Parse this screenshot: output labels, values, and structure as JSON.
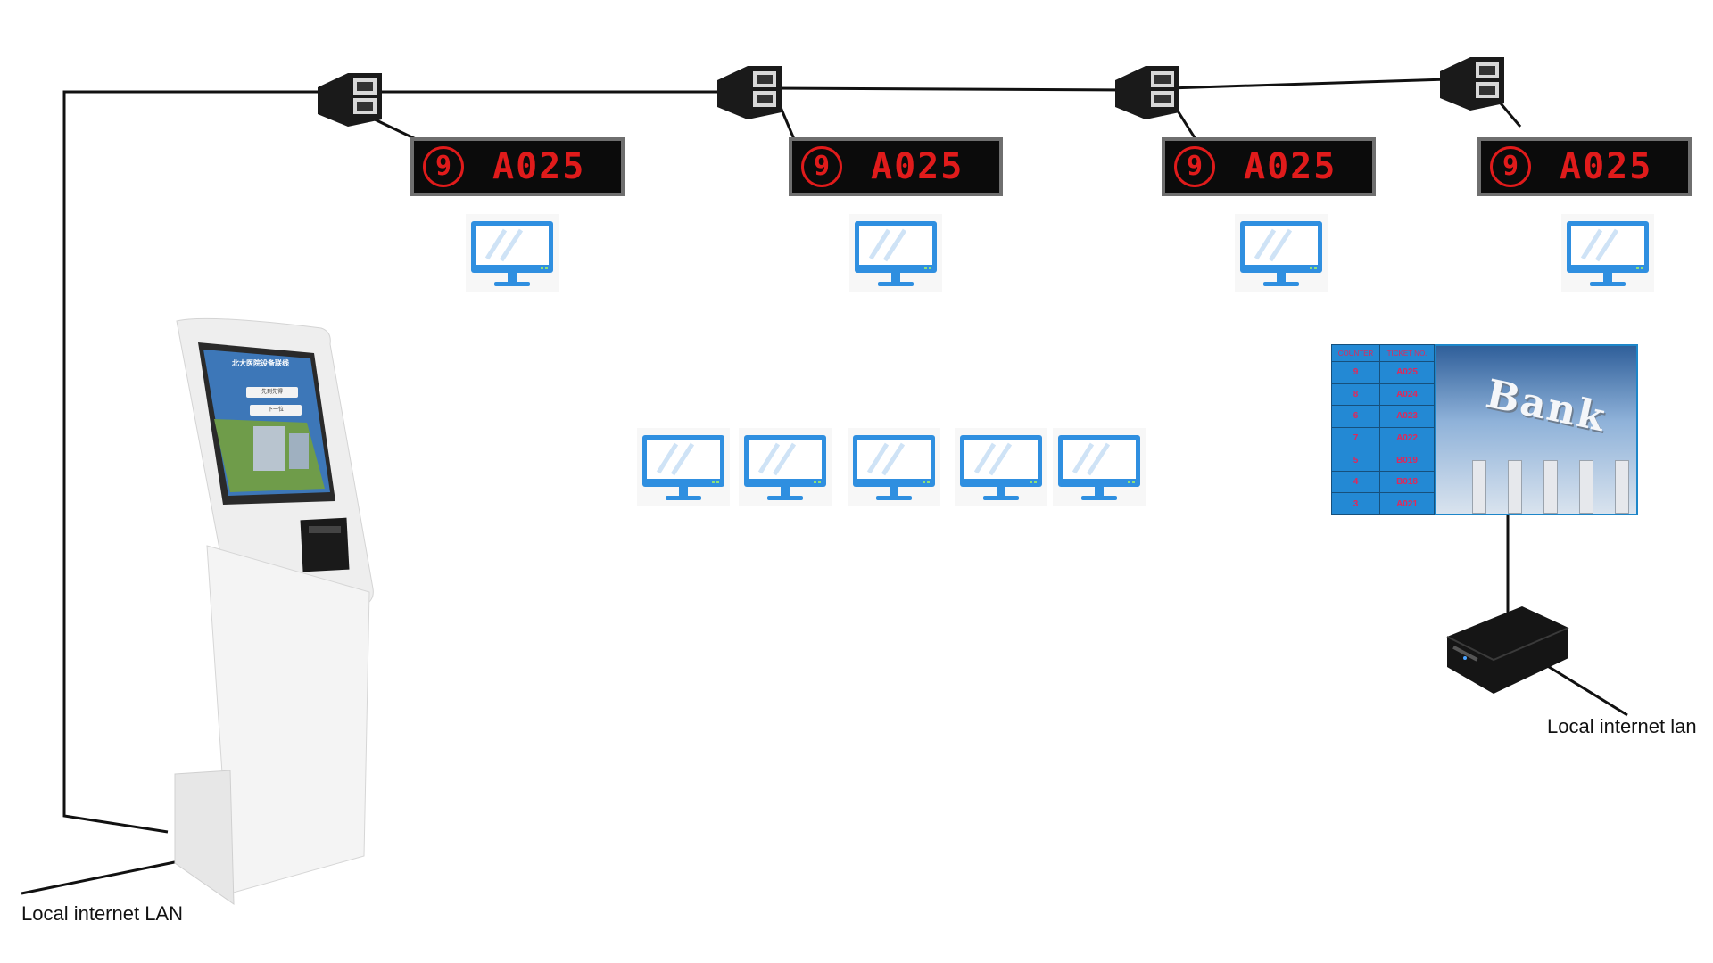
{
  "callers": [
    {
      "counter": "9",
      "ticket": "A025"
    },
    {
      "counter": "9",
      "ticket": "A025"
    },
    {
      "counter": "9",
      "ticket": "A025"
    },
    {
      "counter": "9",
      "ticket": "A025"
    }
  ],
  "kiosk": {
    "screen_title": "北大医院设备联线",
    "button_1": "先到先得",
    "button_2": "下一位"
  },
  "queue_table": {
    "headers": [
      "COUNTER",
      "TICKET NO."
    ],
    "rows": [
      [
        "9",
        "A025"
      ],
      [
        "8",
        "A024"
      ],
      [
        "6",
        "A023"
      ],
      [
        "7",
        "A022"
      ],
      [
        "5",
        "B019"
      ],
      [
        "4",
        "B018"
      ],
      [
        "3",
        "A021"
      ]
    ]
  },
  "bank_sign": "Bank",
  "labels": {
    "kiosk_lan": "Local internet LAN",
    "player_lan": "Local internet lan"
  },
  "colors": {
    "led_red": "#e01b1b",
    "monitor_blue": "#2f8fe0",
    "table_blue": "#2389d4"
  }
}
